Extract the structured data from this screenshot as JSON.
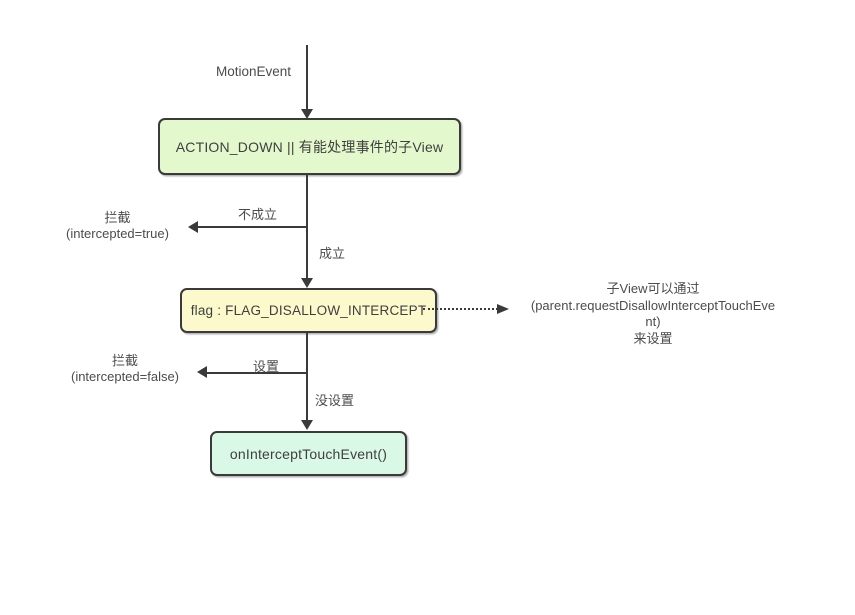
{
  "diagram": {
    "start_label": "MotionEvent",
    "nodes": {
      "condition": {
        "label": "ACTION_DOWN || 有能处理事件的子View",
        "fill": "#e4f8cd"
      },
      "flag": {
        "label": "flag : FLAG_DISALLOW_INTERCEPT",
        "fill": "#fcf9cc"
      },
      "result": {
        "label": "onInterceptTouchEvent()",
        "fill": "#d9f8e6"
      }
    },
    "edge_labels": {
      "condition_false": "不成立",
      "condition_true": "成立",
      "flag_set": "设置",
      "flag_unset": "没设置"
    },
    "terminals": {
      "intercepted_true": {
        "line1": "拦截",
        "line2": "(intercepted=true)"
      },
      "intercepted_false": {
        "line1": "拦截",
        "line2": "(intercepted=false)"
      }
    },
    "note": {
      "lines": [
        "子View可以通过",
        "(parent.requestDisallowInterceptTouchEve",
        "nt)",
        "来设置"
      ]
    },
    "colors": {
      "line": "#3a3a3a",
      "node_border": "#3a3a3a",
      "text": "#4c4c4c"
    }
  }
}
